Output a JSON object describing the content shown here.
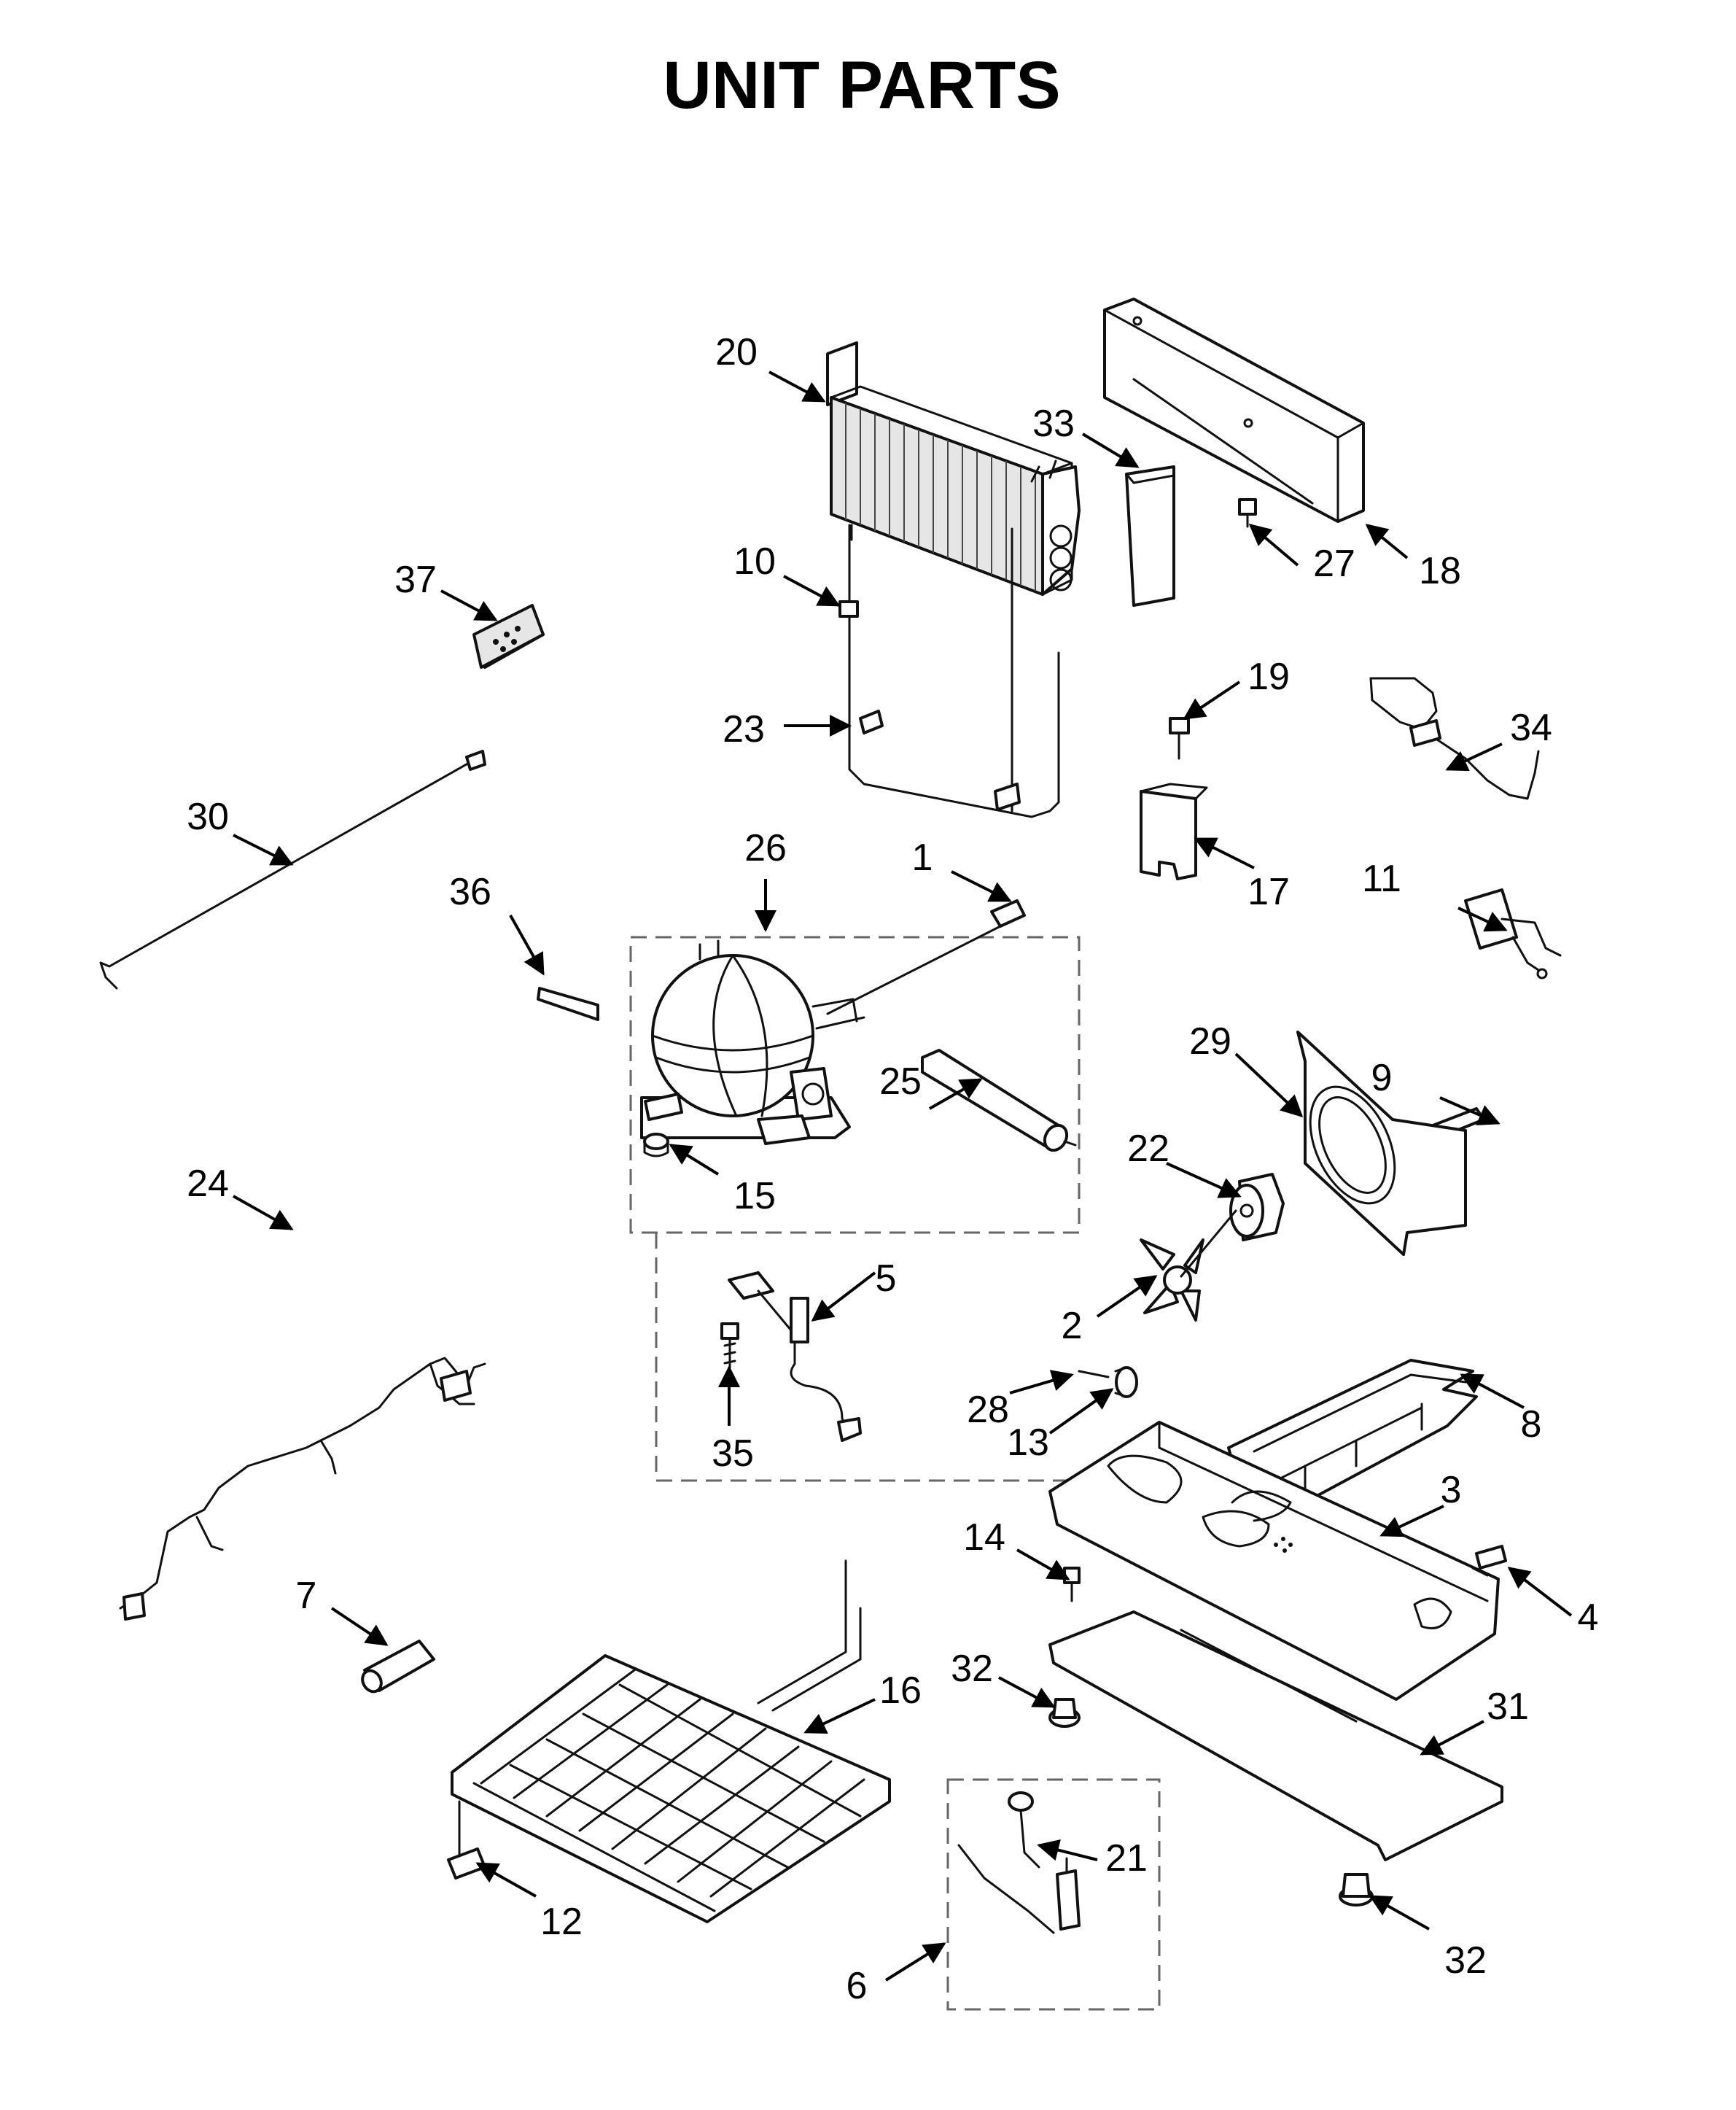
{
  "title": "UNIT  PARTS",
  "callouts": [
    {
      "id": "p1",
      "text": "1"
    },
    {
      "id": "p2",
      "text": "2"
    },
    {
      "id": "p3",
      "text": "3"
    },
    {
      "id": "p4",
      "text": "4"
    },
    {
      "id": "p5",
      "text": "5"
    },
    {
      "id": "p6",
      "text": "6"
    },
    {
      "id": "p7",
      "text": "7"
    },
    {
      "id": "p8",
      "text": "8"
    },
    {
      "id": "p9",
      "text": "9"
    },
    {
      "id": "p10",
      "text": "10"
    },
    {
      "id": "p11",
      "text": "11"
    },
    {
      "id": "p12",
      "text": "12"
    },
    {
      "id": "p13",
      "text": "13"
    },
    {
      "id": "p14",
      "text": "14"
    },
    {
      "id": "p15",
      "text": "15"
    },
    {
      "id": "p16",
      "text": "16"
    },
    {
      "id": "p17",
      "text": "17"
    },
    {
      "id": "p18",
      "text": "18"
    },
    {
      "id": "p19",
      "text": "19"
    },
    {
      "id": "p20",
      "text": "20"
    },
    {
      "id": "p21",
      "text": "21"
    },
    {
      "id": "p22",
      "text": "22"
    },
    {
      "id": "p23",
      "text": "23"
    },
    {
      "id": "p24",
      "text": "24"
    },
    {
      "id": "p25",
      "text": "25"
    },
    {
      "id": "p26",
      "text": "26"
    },
    {
      "id": "p27",
      "text": "27"
    },
    {
      "id": "p28",
      "text": "28"
    },
    {
      "id": "p29",
      "text": "29"
    },
    {
      "id": "p30",
      "text": "30"
    },
    {
      "id": "p31",
      "text": "31"
    },
    {
      "id": "p32a",
      "text": "32"
    },
    {
      "id": "p32b",
      "text": "32"
    },
    {
      "id": "p33",
      "text": "33"
    },
    {
      "id": "p34",
      "text": "34"
    },
    {
      "id": "p35",
      "text": "35"
    },
    {
      "id": "p36",
      "text": "36"
    },
    {
      "id": "p37",
      "text": "37"
    }
  ]
}
